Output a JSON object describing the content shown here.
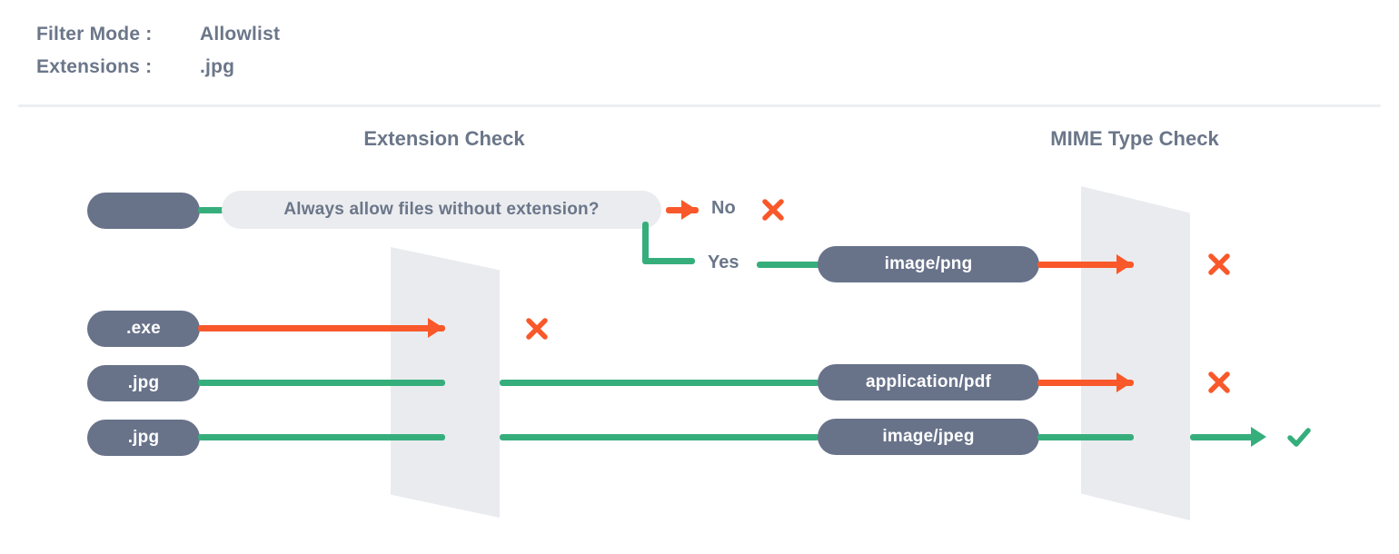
{
  "header": {
    "rows": [
      {
        "label": "Filter Mode :",
        "value": "Allowlist"
      },
      {
        "label": "Extensions :",
        "value": ".jpg"
      }
    ]
  },
  "columns": {
    "extension_check": "Extension Check",
    "mime_check": "MIME Type Check"
  },
  "colors": {
    "pass": "#36ae7c",
    "fail": "#f9582a",
    "pill": "#68738a",
    "gate": "#e9ebef",
    "text": "#6b7689"
  },
  "flows": [
    {
      "file_label": "",
      "question": "Always allow files without extension?",
      "branch_no": "No",
      "branch_yes": "Yes",
      "no_result": "fail",
      "no_mark": "cross-icon",
      "mime_label": "image/png",
      "mime_result": "fail",
      "mime_mark": "cross-icon"
    },
    {
      "file_label": ".exe",
      "extension_result": "fail",
      "extension_mark": "cross-icon"
    },
    {
      "file_label": ".jpg",
      "extension_result": "pass",
      "mime_label": "application/pdf",
      "mime_result": "fail",
      "mime_mark": "cross-icon"
    },
    {
      "file_label": ".jpg",
      "extension_result": "pass",
      "mime_label": "image/jpeg",
      "mime_result": "pass",
      "mime_mark": "check-icon"
    }
  ]
}
